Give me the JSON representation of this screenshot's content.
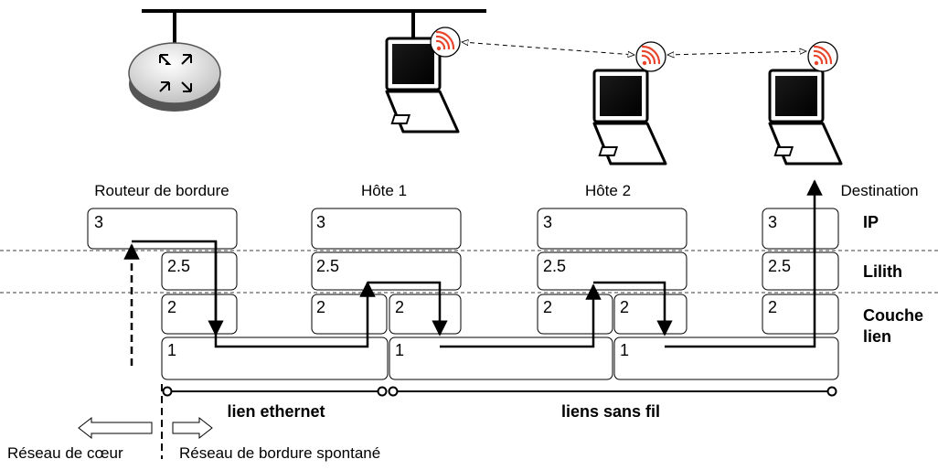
{
  "nodes": {
    "border_router": "Routeur de bordure",
    "host1": "Hôte 1",
    "host2": "Hôte 2",
    "destination": "Destination"
  },
  "layers": {
    "ip": "IP",
    "lilith": "Lilith",
    "link_line1": "Couche",
    "link_line2": "lien"
  },
  "layer_numbers": {
    "l3": "3",
    "l25": "2.5",
    "l2": "2",
    "l1": "1"
  },
  "links": {
    "ethernet": "lien ethernet",
    "wireless": "liens sans fil"
  },
  "network": {
    "core": "Réseau de cœur",
    "edge": "Réseau de bordure spontané"
  },
  "colors": {
    "wifi": "#e8452c",
    "router_fill": "#e6e6e6"
  },
  "icons": [
    "router-icon",
    "laptop-icon",
    "wifi-icon"
  ]
}
